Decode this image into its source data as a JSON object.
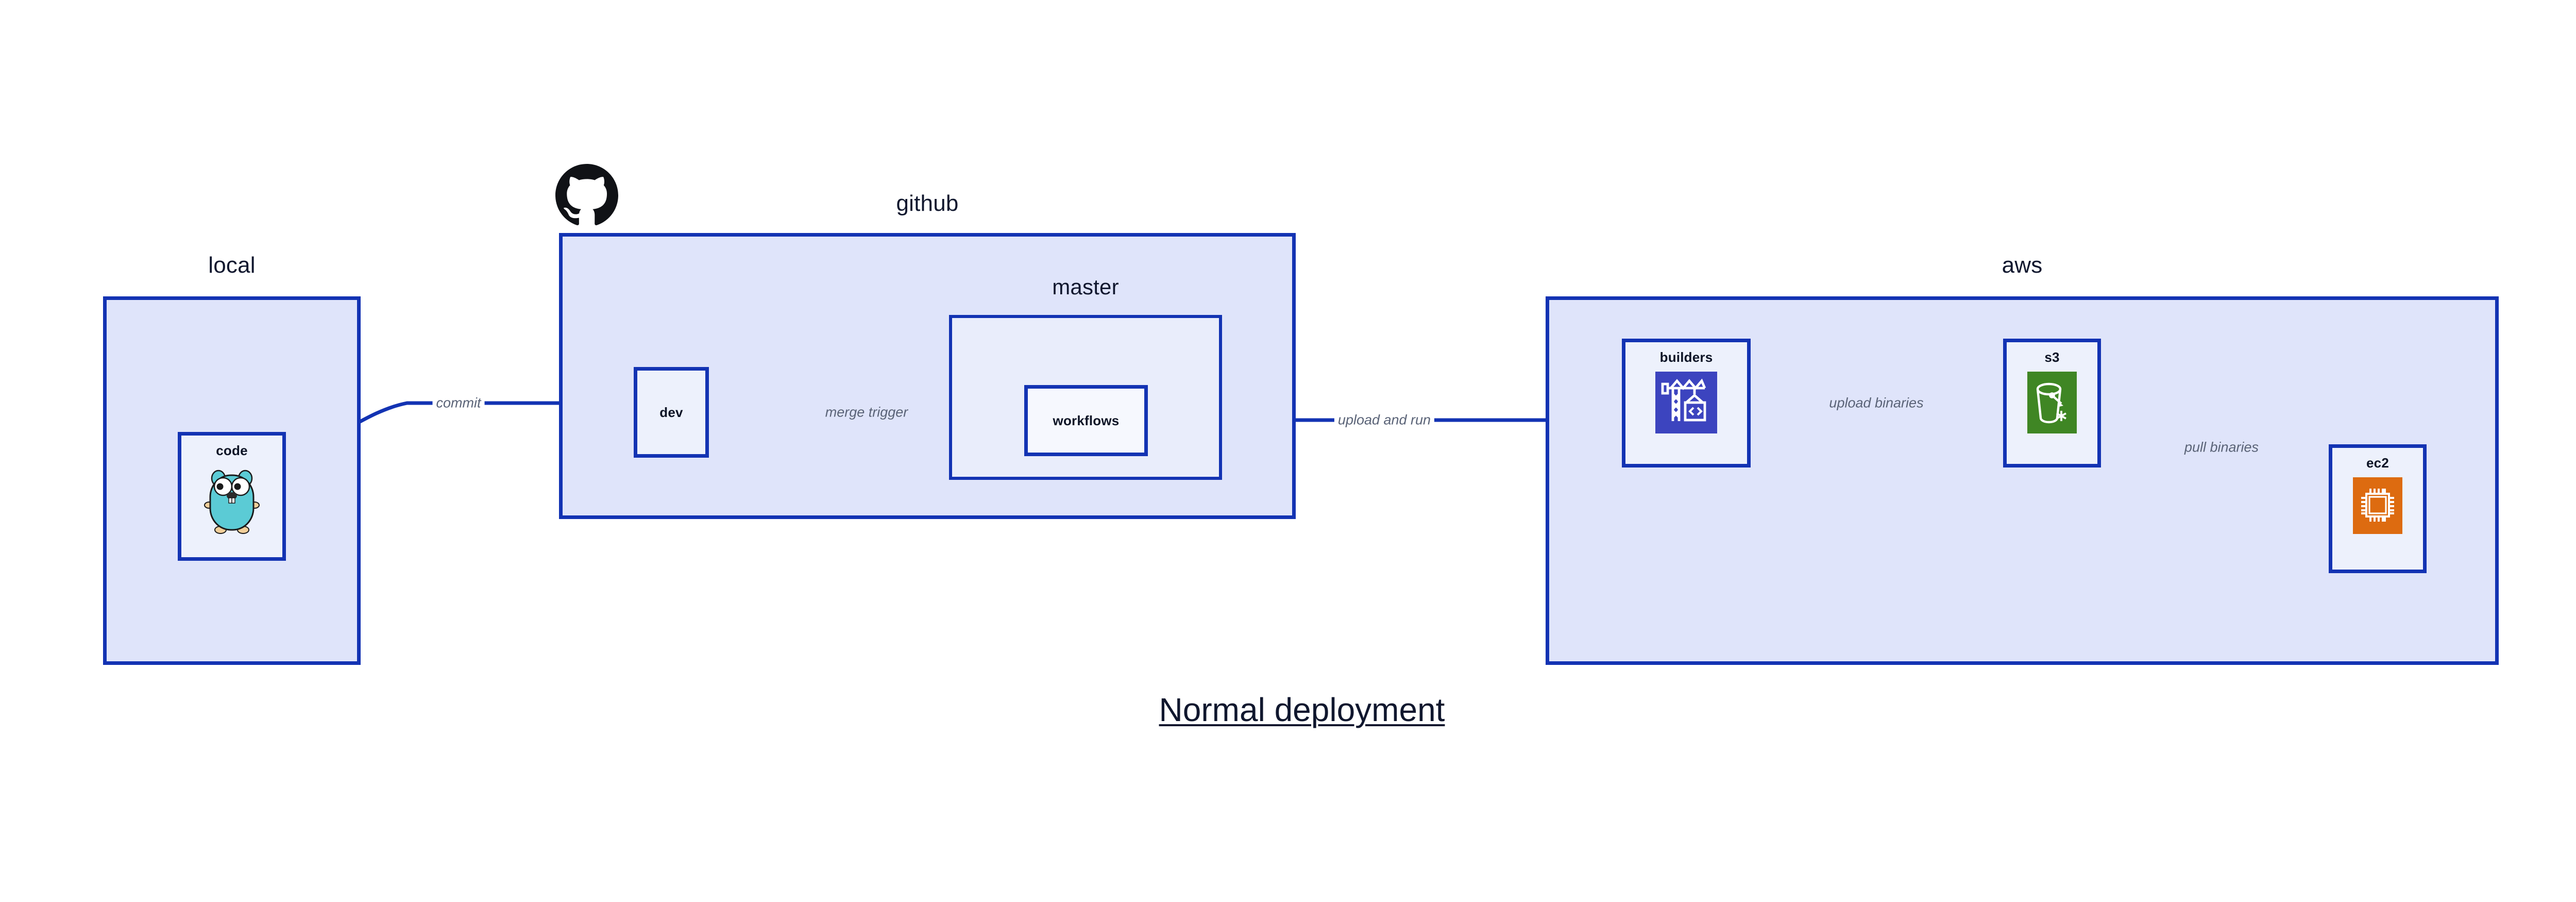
{
  "diagram": {
    "title": "Normal deployment",
    "title_color": "#10172e",
    "accent_color": "#1333b3",
    "group_fill": "#dfe4fa",
    "inner_group_fill": "#e9edfb",
    "node_fill": "#edf1fc",
    "edge_label_color": "#5a6377",
    "background": "#ffffff"
  },
  "groups": {
    "local": {
      "title": "local"
    },
    "github": {
      "title": "github",
      "logo": "github-octocat-icon"
    },
    "master": {
      "title": "master"
    },
    "aws": {
      "title": "aws"
    }
  },
  "nodes": {
    "code": {
      "label": "code",
      "icon": "go-gopher-icon",
      "icon_color": "#5bcbd5"
    },
    "dev": {
      "label": "dev",
      "icon": null,
      "icon_color": null
    },
    "workflows": {
      "label": "workflows",
      "icon": null,
      "icon_color": null
    },
    "builders": {
      "label": "builders",
      "icon": "aws-codebuild-crane-icon",
      "icon_color": "#3c44bf"
    },
    "s3": {
      "label": "s3",
      "icon": "aws-s3-bucket-icon",
      "icon_color": "#3f8624"
    },
    "ec2": {
      "label": "ec2",
      "icon": "aws-ec2-chip-icon",
      "icon_color": "#dd6b10"
    }
  },
  "edges": [
    {
      "id": "commit",
      "label": "commit",
      "from": "code",
      "to": "dev"
    },
    {
      "id": "merge-trigger",
      "label": "merge trigger",
      "from": "dev",
      "to": "workflows"
    },
    {
      "id": "upload-and-run",
      "label": "upload and run",
      "from": "workflows",
      "to": "builders"
    },
    {
      "id": "upload-binaries",
      "label": "upload binaries",
      "from": "builders",
      "to": "s3"
    },
    {
      "id": "pull-binaries",
      "label": "pull binaries",
      "from": "s3",
      "to": "ec2"
    }
  ]
}
